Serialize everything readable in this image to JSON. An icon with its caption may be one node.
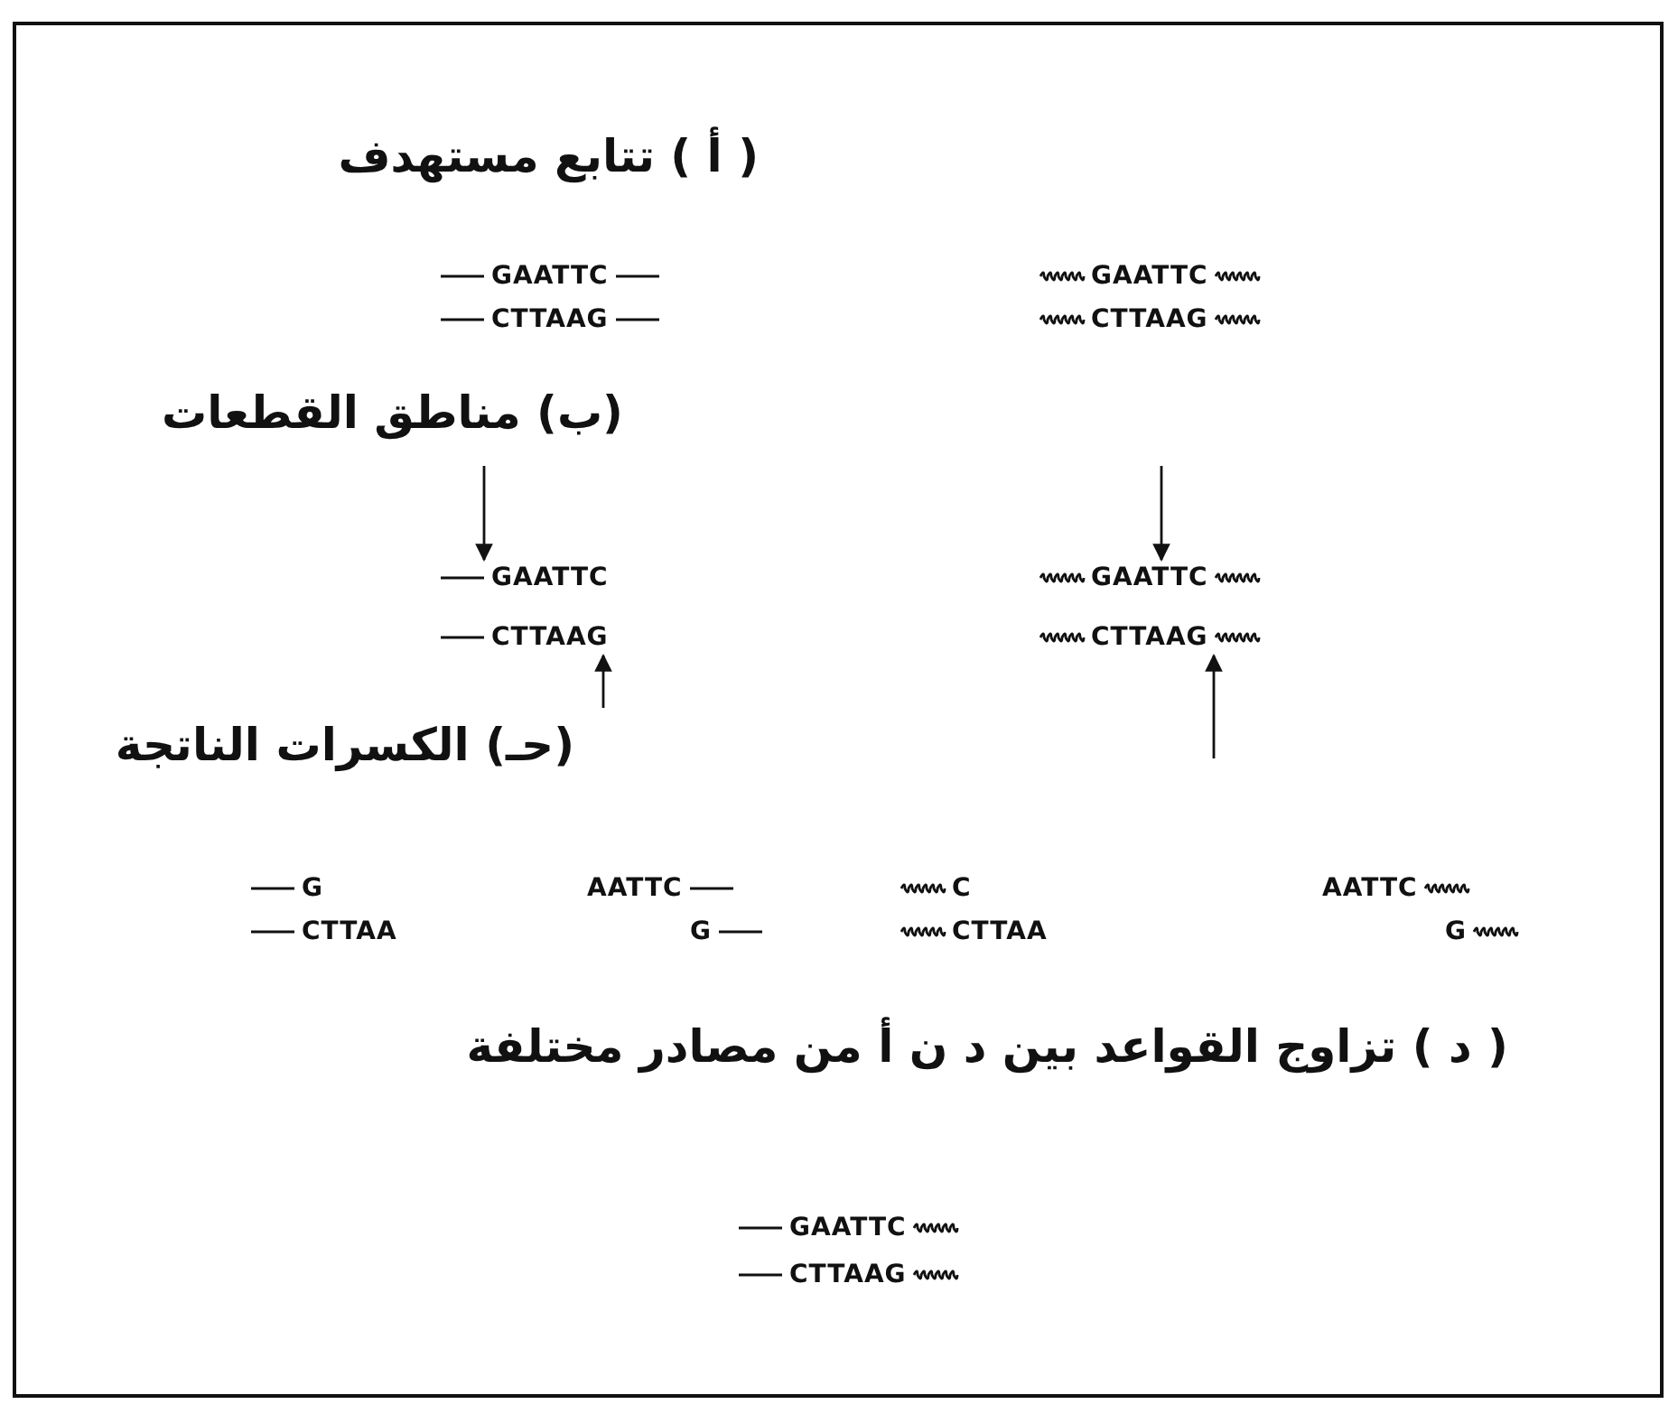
{
  "diagram": {
    "nodes": [
      {
        "text": [
          "GAATTC"
        ]
      },
      {
        "text": [
          "CTTAAG"
        ]
      },
      {
        "text": [
          "GAATTC"
        ]
      },
      {
        "text": [
          "CTTAAG"
        ]
      }
    ],
    "edges": [
      {
        "from": null,
        "to": 0,
        "arrow": "to"
      },
      {
        "from": null,
        "to": 1,
        "arrow": "to"
      },
      {
        "from": null,
        "to": 2,
        "arrow": "to"
      },
      {
        "from": null,
        "to": 3,
        "arrow": "to"
      }
    ],
    "labels": [
      "( أ ) تتابع مستهدف",
      "GAATTC",
      "GAATTC",
      "CTTAAG",
      "CTTAAG",
      "(ب) مناطق القطعات",
      "(حـ) الكسرات الناتجة",
      "G",
      "AATTC",
      "C",
      "AATTC",
      "CTTAA",
      "G",
      "CTTAA",
      "G",
      "( د ) تزاوج القواعد بين د ن أ من مصادر مختلفة",
      "GAATTC",
      "CTTAAG"
    ]
  }
}
